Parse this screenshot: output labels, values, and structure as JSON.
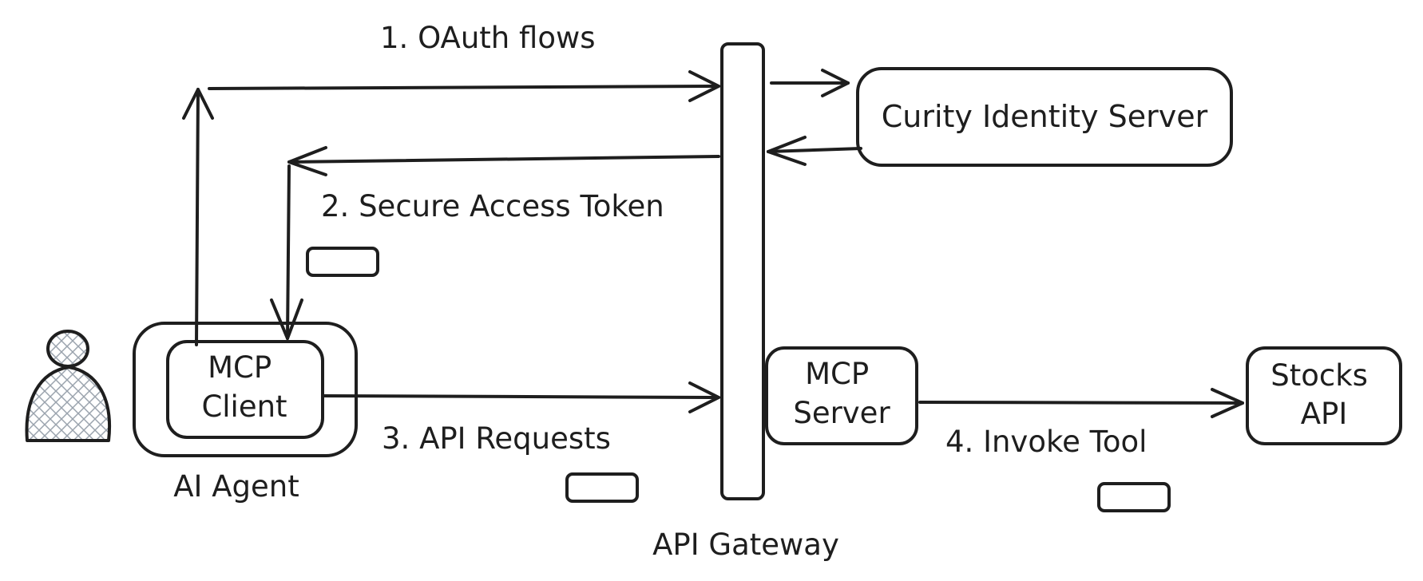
{
  "labels": {
    "oauth_flows": "1. OAuth flows",
    "secure_token": "2. Secure Access Token",
    "api_requests": "3. API Requests",
    "invoke_tool": "4. Invoke Tool",
    "ai_agent": "AI Agent",
    "api_gateway": "API Gateway"
  },
  "nodes": {
    "identity_server": "Curity Identity Server",
    "mcp_client": [
      "MCP",
      "Client"
    ],
    "mcp_server": [
      "MCP",
      "Server"
    ],
    "stocks_api": [
      "Stocks",
      "API"
    ]
  },
  "icons": {
    "user": "user-icon",
    "token": "token-icon"
  },
  "colors": {
    "stroke": "#1e1e1e",
    "hatch": "#9aa3ad"
  }
}
